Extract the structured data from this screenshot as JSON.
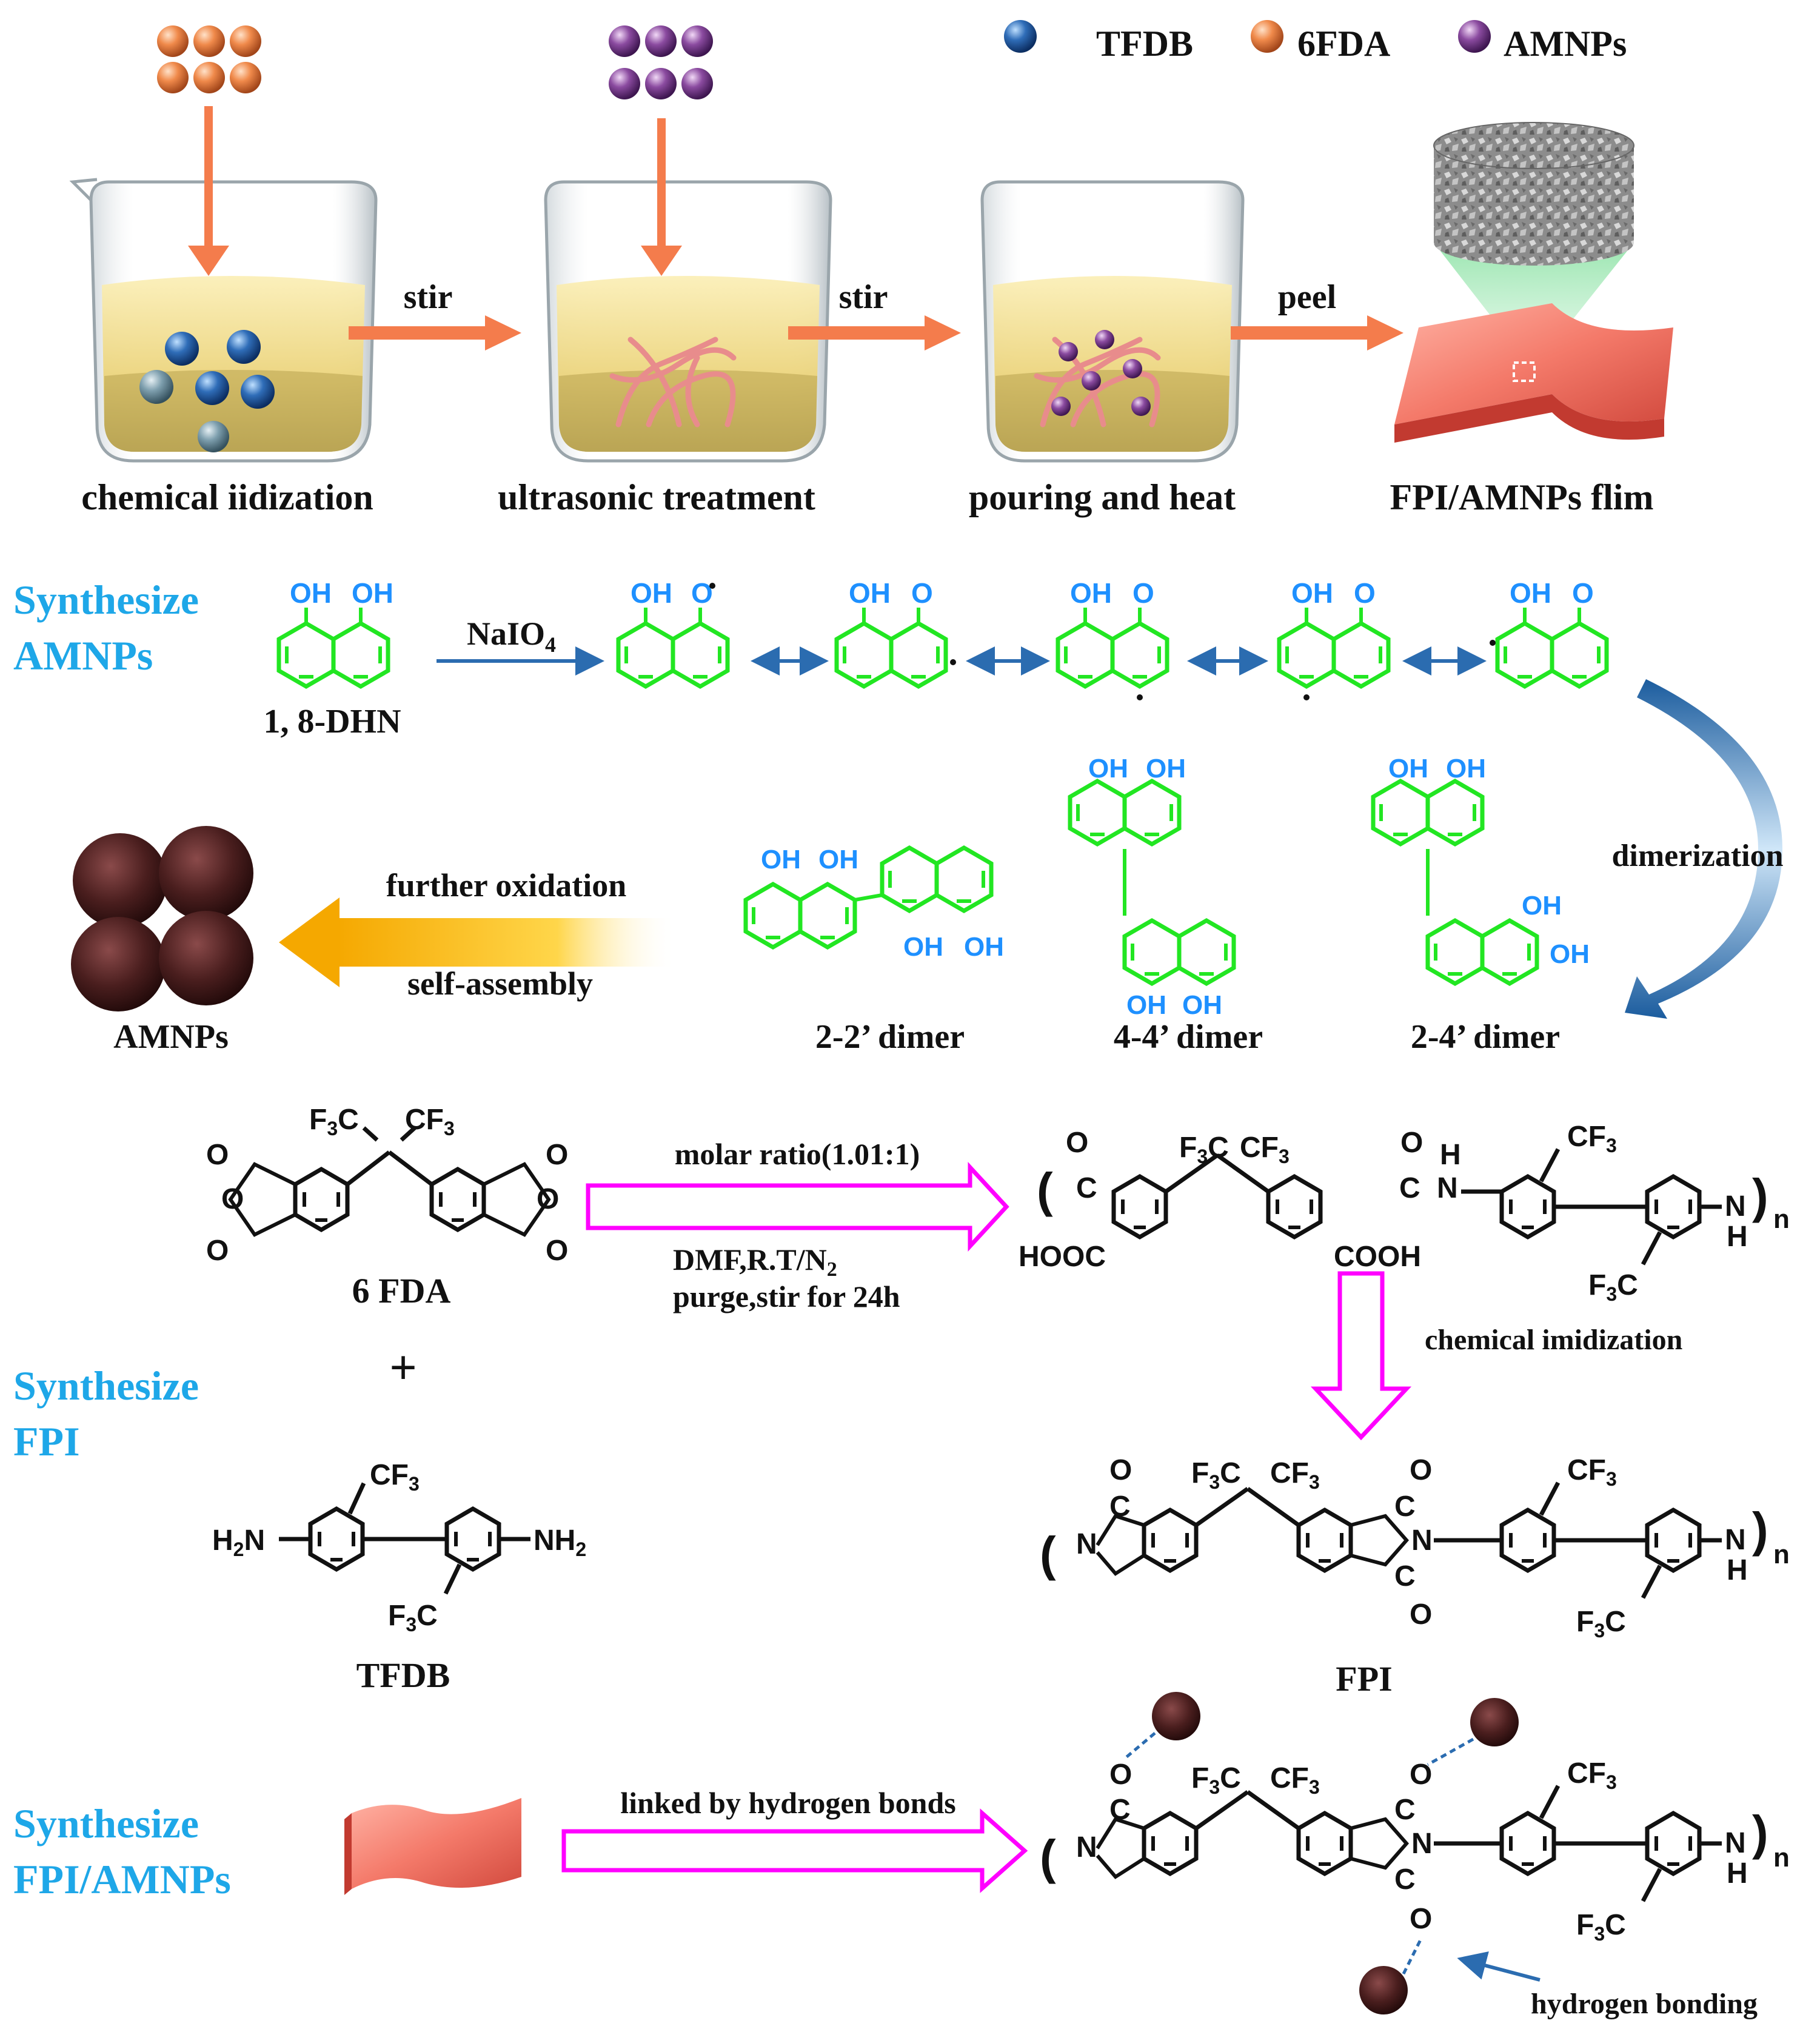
{
  "legend": {
    "tfdb": "TFDB",
    "fda": "6FDA",
    "amnps": "AMNPs"
  },
  "process": {
    "step1": "chemical iidization",
    "step2": "ultrasonic treatment",
    "step3": "pouring and heat",
    "step4": "FPI/AMNPs flim",
    "arrow1": "stir",
    "arrow2": "stir",
    "arrow3": "peel"
  },
  "amnps_section": {
    "title_line1": "Synthesize",
    "title_line2": "AMNPs",
    "reactant": "1, 8-DHN",
    "reagent": "NaIO",
    "reagent_sub": "4",
    "oh": "OH",
    "o": "O",
    "dimerization": "dimerization",
    "further_oxidation": "further oxidation",
    "self_assembly": "self-assembly",
    "product": "AMNPs",
    "dimer_22": "2-2’ dimer",
    "dimer_44": "4-4’ dimer",
    "dimer_24": "2-4’ dimer"
  },
  "fpi_section": {
    "title_line1": "Synthesize",
    "title_line2": "FPI",
    "monomer1": "6 FDA",
    "plus": "+",
    "monomer2": "TFDB",
    "condition_top": "molar ratio(1.01:1)",
    "condition_bottom1": "DMF,R.T/N",
    "condition_bottom1_sub": "2",
    "condition_bottom2": "purge,stir for 24h",
    "imidization": "chemical imidization",
    "product": "FPI",
    "cf3": "CF",
    "f3c": "F",
    "sub3": "3",
    "hooc": "HOOC",
    "cooh": "COOH",
    "nh2": "NH",
    "h2n": "H",
    "n": "N",
    "h": "H",
    "c": "C",
    "nsub": "n"
  },
  "composite_section": {
    "title_line1": "Synthesize",
    "title_line2": "FPI/AMNPs",
    "condition": "linked by hydrogen bonds",
    "hbond_label": "hydrogen bonding"
  },
  "colors": {
    "section_title": "#1EA7E8",
    "ring_green": "#22E622",
    "oh_blue": "#1E90FF",
    "process_arrow": "#F47C4C",
    "reaction_arrow": "#2B6CB0",
    "hollow_arrow": "#FF00FF",
    "tfdb_sphere": "#2F6DB8",
    "fda_sphere": "#F08A4B",
    "amnps_sphere": "#8B4BA0",
    "particle": "#4A1E1E",
    "film": "#F47A6A"
  }
}
